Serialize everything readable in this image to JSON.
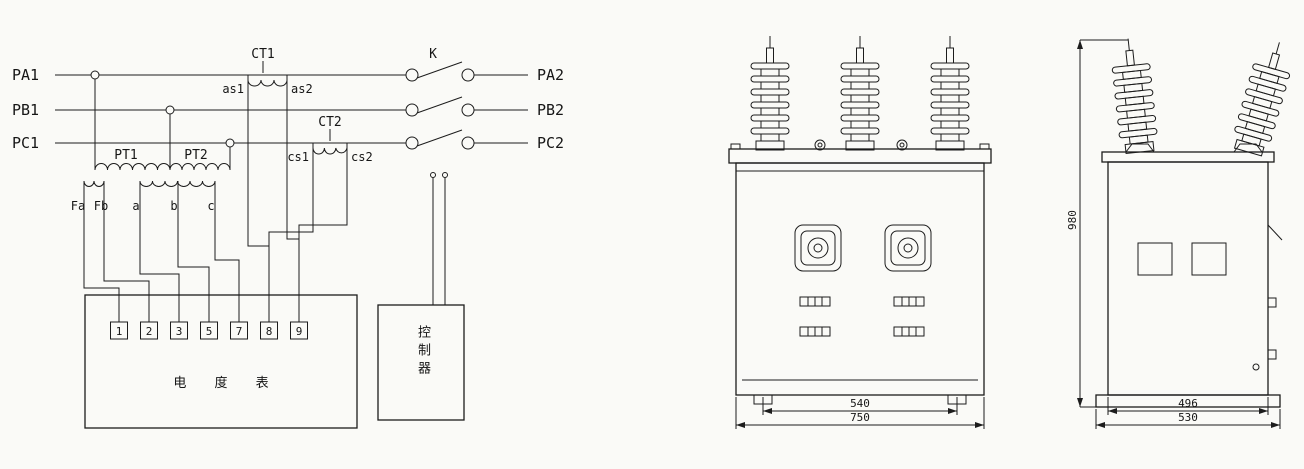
{
  "schematic": {
    "phase_left": [
      "PA1",
      "PB1",
      "PC1"
    ],
    "phase_right": [
      "PA2",
      "PB2",
      "PC2"
    ],
    "ct1_label": "CT1",
    "ct2_label": "CT2",
    "switch_label": "K",
    "ct1_terminals": [
      "as1",
      "as2"
    ],
    "ct2_terminals": [
      "cs1",
      "cs2"
    ],
    "pt1_label": "PT1",
    "pt2_label": "PT2",
    "pt_secondary_terminals": [
      "Fa",
      "Fb",
      "a",
      "b",
      "c"
    ],
    "meter": {
      "terminal_numbers": [
        "1",
        "2",
        "3",
        "5",
        "7",
        "8",
        "9"
      ],
      "label": "电 度 表"
    },
    "controller_label": "控制器"
  },
  "front_view": {
    "dim_inner": "540",
    "dim_outer": "750"
  },
  "side_view": {
    "dim_height": "980",
    "dim_inner": "496",
    "dim_outer": "530"
  },
  "colors": {
    "ink": "#1c1c1c",
    "paper": "#fafaf7"
  }
}
